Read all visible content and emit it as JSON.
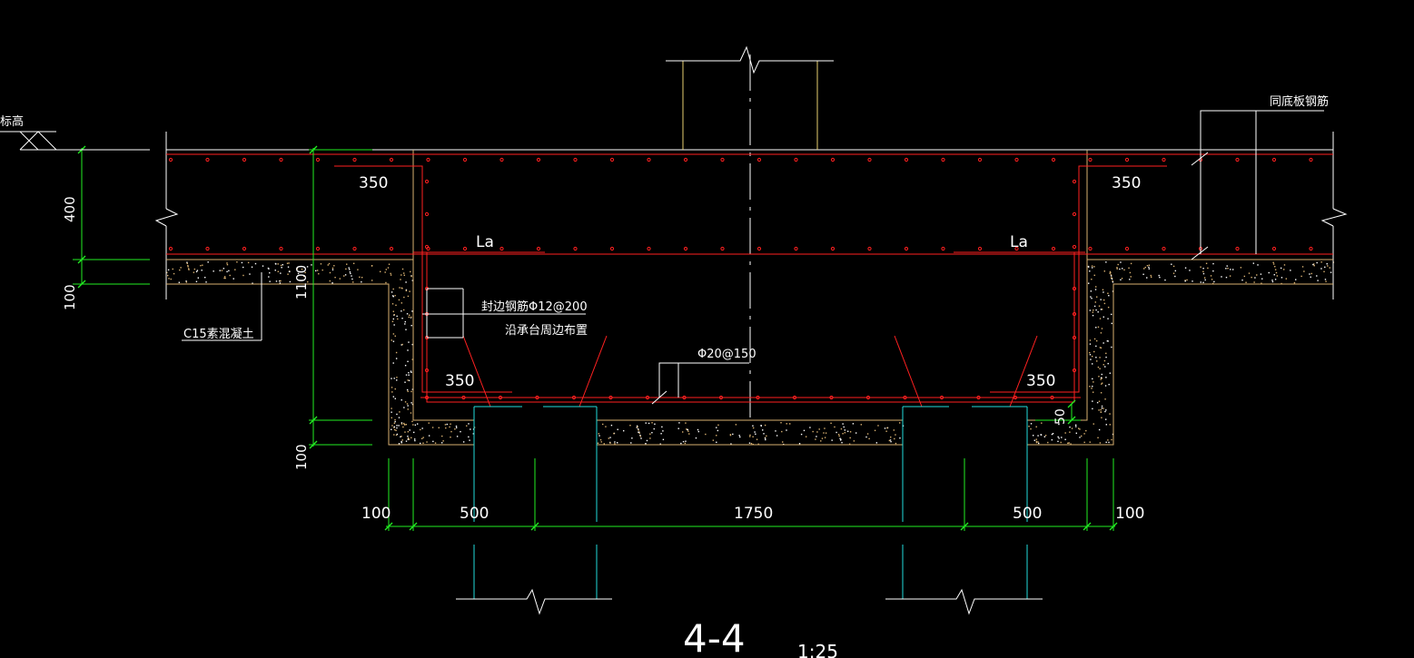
{
  "labels": {
    "elevation_mark": "标高",
    "same_bottom_rebar": "同底板钢筋",
    "edge_rebar_line1": "封边钢筋Φ12@200",
    "edge_rebar_line2": "沿承台周边布置",
    "bottom_rebar": "Φ20@150",
    "cushion_concrete": "C15素混凝土",
    "anchor_left": "La",
    "anchor_right": "La"
  },
  "dimensions": {
    "top_left_350": "350",
    "top_right_350": "350",
    "bottom_left_350": "350",
    "bottom_right_350": "350",
    "slab_400": "400",
    "left_100": "100",
    "pit_1100": "1100",
    "pit_bottom_100": "100",
    "cover_50": "50",
    "base_100_left": "100",
    "base_500_left": "500",
    "base_1750": "1750",
    "base_500_right": "500",
    "base_100_right": "100"
  },
  "section": {
    "title": "4-4",
    "scale": "1:25"
  },
  "colors": {
    "background": "#000000",
    "rebar": "#ff2020",
    "outline": "#ffffff",
    "dimension": "#22ee22",
    "pile": "#22dddd",
    "concrete": "#d8b070",
    "leader": "#ffffff",
    "column": "#e8d070"
  }
}
